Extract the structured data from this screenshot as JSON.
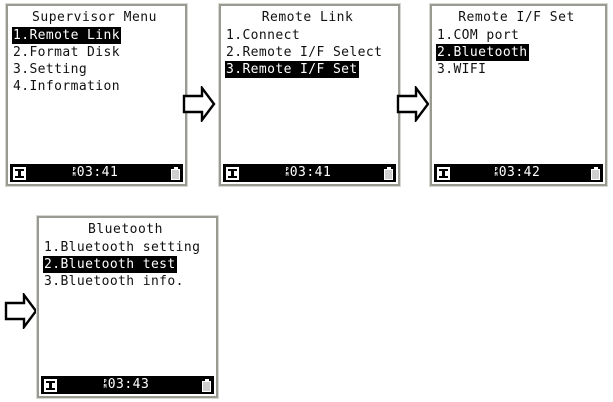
{
  "panels": [
    {
      "id": "supervisor-menu",
      "title": "Supervisor Menu",
      "items": [
        {
          "label": "1.Remote Link",
          "selected": true
        },
        {
          "label": "2.Format Disk",
          "selected": false
        },
        {
          "label": "3.Setting",
          "selected": false
        },
        {
          "label": "4.Information",
          "selected": false
        }
      ],
      "status": {
        "left_icon": "card-icon",
        "ampm_top": "P",
        "ampm_bottom": "M",
        "time": "03:41",
        "battery_icon": "battery-icon"
      }
    },
    {
      "id": "remote-link",
      "title": "Remote Link",
      "items": [
        {
          "label": "1.Connect",
          "selected": false
        },
        {
          "label": "2.Remote I/F Select",
          "selected": false
        },
        {
          "label": "3.Remote I/F Set",
          "selected": true
        }
      ],
      "status": {
        "left_icon": "card-icon",
        "ampm_top": "P",
        "ampm_bottom": "M",
        "time": "03:41",
        "battery_icon": "battery-icon"
      }
    },
    {
      "id": "remote-if-set",
      "title": "Remote I/F Set",
      "items": [
        {
          "label": "1.COM port",
          "selected": false
        },
        {
          "label": "2.Bluetooth",
          "selected": true
        },
        {
          "label": "3.WIFI",
          "selected": false
        }
      ],
      "status": {
        "left_icon": "card-icon",
        "ampm_top": "P",
        "ampm_bottom": "M",
        "time": "03:42",
        "battery_icon": "battery-icon"
      }
    },
    {
      "id": "bluetooth",
      "title": "Bluetooth",
      "items": [
        {
          "label": "1.Bluetooth setting",
          "selected": false
        },
        {
          "label": "2.Bluetooth test",
          "selected": true
        },
        {
          "label": "3.Bluetooth info.",
          "selected": false
        }
      ],
      "status": {
        "left_icon": "card-icon",
        "ampm_top": "P",
        "ampm_bottom": "M",
        "time": "03:43",
        "battery_icon": "battery-icon"
      }
    }
  ],
  "arrows": [
    {
      "id": "arrow-1",
      "direction": "right"
    },
    {
      "id": "arrow-2",
      "direction": "right"
    },
    {
      "id": "arrow-3",
      "direction": "right"
    }
  ],
  "colors": {
    "screen_bg": "#ffffff",
    "text": "#111111",
    "selection_bg": "#000000",
    "selection_text": "#ffffff",
    "statusbar_bg": "#000000",
    "bezel": "#9a9a93"
  }
}
